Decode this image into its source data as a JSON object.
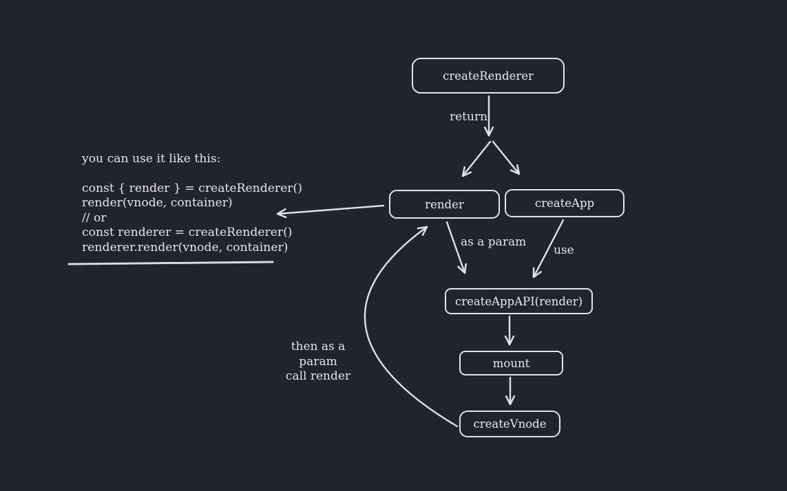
{
  "diagram": {
    "background_color": "#20242c",
    "stroke_color": "#e2e1e6",
    "nodes": [
      {
        "id": "createRenderer",
        "label": "createRenderer"
      },
      {
        "id": "render",
        "label": "render"
      },
      {
        "id": "createApp",
        "label": "createApp"
      },
      {
        "id": "createAppAPI",
        "label": "createAppAPI(render)"
      },
      {
        "id": "mount",
        "label": "mount"
      },
      {
        "id": "createVnode",
        "label": "createVnode"
      }
    ],
    "edge_labels": {
      "return_label": "return",
      "as_a_param": "as a param",
      "use": "use",
      "loop_line1": "then as a param",
      "loop_line2": "call render"
    },
    "note": {
      "intro": "you can use it like this:",
      "code_lines": [
        "const { render } = createRenderer()",
        "render(vnode, container)",
        "// or",
        "const renderer = createRenderer()",
        "renderer.render(vnode, container)"
      ]
    }
  }
}
